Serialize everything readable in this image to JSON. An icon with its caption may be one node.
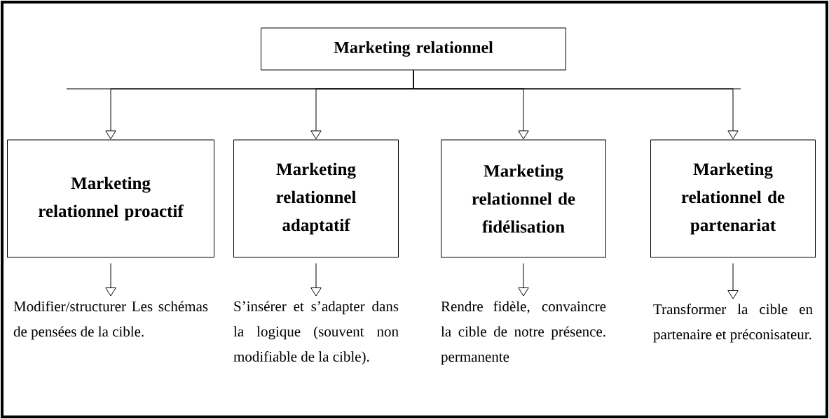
{
  "diagram": {
    "nodes": [
      {
        "text": [
          "Marketing relationnel"
        ]
      },
      {
        "text": [
          "Marketing relationnel proactif"
        ]
      },
      {
        "text": [
          "Marketing relationnel adaptatif"
        ]
      },
      {
        "text": [
          "Marketing relationnel de fidélisation"
        ]
      },
      {
        "text": [
          "Marketing relationnel de partenariat"
        ]
      },
      {
        "text": [
          "Modifier/structurer Les schémas de pensées de la cible."
        ]
      },
      {
        "text": [
          "S’insérer et s’adapter dans la logique (souvent non modifiable de la cible)."
        ]
      },
      {
        "text": [
          "Rendre fidèle, convaincre la cible de notre présence. permanente"
        ]
      },
      {
        "text": [
          "Transformer la cible en partenaire et préconisateur."
        ]
      }
    ],
    "edges": [
      {
        "from": 0,
        "to": 1,
        "arrow": "to"
      },
      {
        "from": 0,
        "to": 2,
        "arrow": "to"
      },
      {
        "from": 0,
        "to": 3,
        "arrow": "to"
      },
      {
        "from": 0,
        "to": 4,
        "arrow": "to"
      },
      {
        "from": 1,
        "to": 5,
        "arrow": "to"
      },
      {
        "from": 2,
        "to": 6,
        "arrow": "to"
      },
      {
        "from": 3,
        "to": 7,
        "arrow": "to"
      },
      {
        "from": 4,
        "to": 8,
        "arrow": "to"
      }
    ]
  }
}
